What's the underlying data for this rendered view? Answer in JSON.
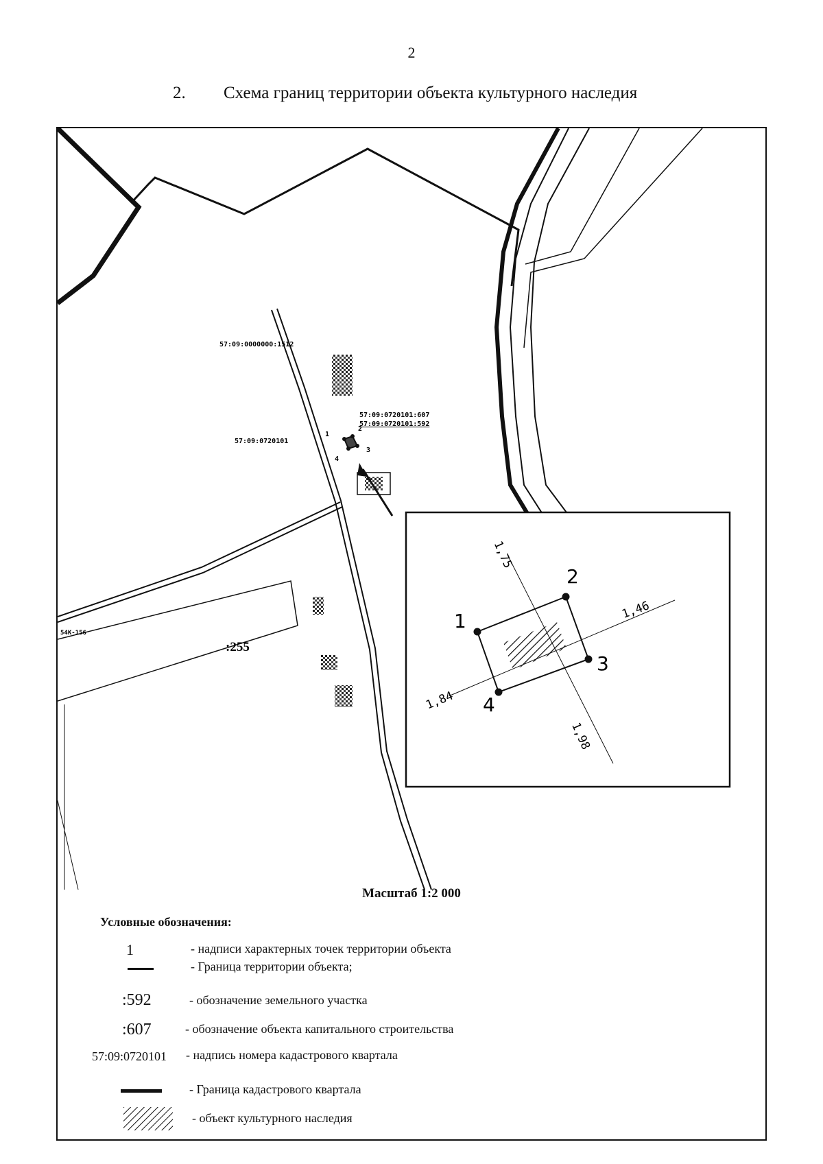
{
  "page_number": "2",
  "title": {
    "number": "2.",
    "text": "Схема границ территории объекта культурного наследия"
  },
  "map_labels": {
    "parcel_1512": "57:09:0000000:1512",
    "building_607": "57:09:0720101:607",
    "parcel_592": "57:09:0720101:592",
    "quarter": "57:09:0720101",
    "road": "54K-156",
    "parcel_255": ":255",
    "small_points": [
      "1",
      "2",
      "3",
      "4"
    ]
  },
  "inset": {
    "points": [
      "1",
      "2",
      "3",
      "4"
    ],
    "distances": [
      "1,75",
      "1,46",
      "1,84",
      "1,98"
    ]
  },
  "scale": "Масштаб 1:2 000",
  "legend": {
    "title": "Условные обозначения:",
    "items": [
      {
        "symbol": "1",
        "text": "- надписи характерных точек территории объекта"
      },
      {
        "symbol": "",
        "text": "- Граница территории объекта;"
      },
      {
        "symbol": ":592",
        "text": "- обозначение земельного участка"
      },
      {
        "symbol": ":607",
        "text": "- обозначение объекта капитального строительства"
      },
      {
        "symbol": "57:09:0720101",
        "text": "- надпись номера кадастрового квартала"
      },
      {
        "symbol": "",
        "text": "- Граница кадастрового квартала"
      },
      {
        "symbol": "",
        "text": "- объект культурного наследия"
      }
    ]
  },
  "colors": {
    "ink": "#111111",
    "paper": "#ffffff"
  }
}
